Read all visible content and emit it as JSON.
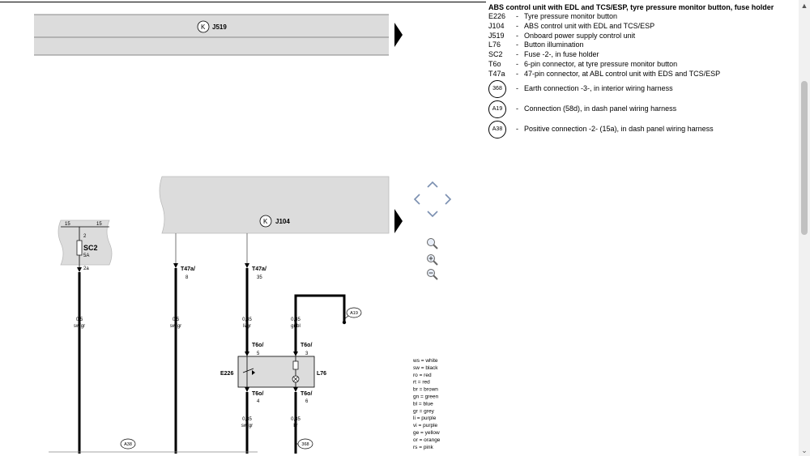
{
  "legend": {
    "title": "ABS control unit with EDL and TCS/ESP, tyre pressure monitor button, fuse holder",
    "items": [
      {
        "code": "E226",
        "text": "Tyre pressure monitor button"
      },
      {
        "code": "J104",
        "text": "ABS control unit with EDL and TCS/ESP"
      },
      {
        "code": "J519",
        "text": "Onboard power supply control unit"
      },
      {
        "code": "L76",
        "text": "Button illumination"
      },
      {
        "code": "SC2",
        "text": "Fuse -2-, in fuse holder"
      },
      {
        "code": "T6o",
        "text": "6-pin connector, at tyre pressure monitor button"
      },
      {
        "code": "T47a",
        "text": "47-pin connector, at ABL control unit with EDS and TCS/ESP"
      }
    ],
    "circled": [
      {
        "code": "368",
        "text": "Earth connection -3-, in interior wiring harness"
      },
      {
        "code": "A19",
        "text": "Connection (58d), in dash panel wiring harness"
      },
      {
        "code": "A38",
        "text": "Positive connection -2- (15a), in dash panel wiring harness"
      }
    ]
  },
  "components": {
    "j519": "J519",
    "j104": "J104",
    "sc2": "SC2",
    "sc2_rating": "5A",
    "e226": "E226",
    "l76": "L76",
    "term_15_left": "15",
    "term_15_right": "15",
    "fuse_in": "2",
    "fuse_out": "2a"
  },
  "connectors": {
    "t47a_8": {
      "name": "T47a/",
      "pin": "8"
    },
    "t47a_35": {
      "name": "T47a/",
      "pin": "35"
    },
    "t6o_5": {
      "name": "T6o/",
      "pin": "5"
    },
    "t6o_3": {
      "name": "T6o/",
      "pin": "3"
    },
    "t6o_4": {
      "name": "T6o/",
      "pin": "4"
    },
    "t6o_6": {
      "name": "T6o/",
      "pin": "6"
    }
  },
  "wires": {
    "w1": {
      "size": "0,5",
      "color": "sw/gr"
    },
    "w2": {
      "size": "0,5",
      "color": "sw/gr"
    },
    "w3": {
      "size": "0,35",
      "color": "li/gr"
    },
    "w4": {
      "size": "0,35",
      "color": "gr/bl"
    },
    "w5": {
      "size": "0,35",
      "color": "sw/gr"
    },
    "w6": {
      "size": "0,35",
      "color": "br"
    }
  },
  "circled_refs": {
    "a19": "A19",
    "a38": "A38",
    "e368": "368"
  },
  "color_codes": [
    "ws = white",
    "sw = black",
    "ro = red",
    "rt = red",
    "br = brown",
    "gn = green",
    "bl = blue",
    "gr = grey",
    "li = purple",
    "vi = purple",
    "ge = yellow",
    "or = orange",
    "rs = pink"
  ],
  "controls": {
    "pan_up_icon": "chevron-up-icon",
    "pan_left_icon": "chevron-left-icon",
    "pan_right_icon": "chevron-right-icon",
    "pan_down_icon": "chevron-down-icon",
    "zoom_fit_icon": "magnifier-icon",
    "zoom_in_icon": "zoom-in-icon",
    "zoom_out_icon": "zoom-out-icon"
  }
}
